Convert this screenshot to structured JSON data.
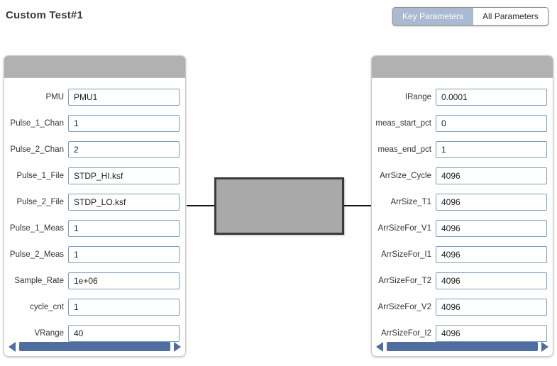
{
  "page": {
    "title": "Custom Test#1"
  },
  "toggle": {
    "key_label": "Key Parameters",
    "all_label": "All Parameters",
    "selected": "Key Parameters"
  },
  "left_panel": {
    "fields": [
      {
        "label": "PMU",
        "value": "PMU1"
      },
      {
        "label": "Pulse_1_Chan",
        "value": "1"
      },
      {
        "label": "Pulse_2_Chan",
        "value": "2"
      },
      {
        "label": "Pulse_1_File",
        "value": "STDP_HI.ksf"
      },
      {
        "label": "Pulse_2_File",
        "value": "STDP_LO.ksf"
      },
      {
        "label": "Pulse_1_Meas",
        "value": "1"
      },
      {
        "label": "Pulse_2_Meas",
        "value": "1"
      },
      {
        "label": "Sample_Rate",
        "value": "1e+06"
      },
      {
        "label": "cycle_cnt",
        "value": "1"
      },
      {
        "label": "VRange",
        "value": "40"
      }
    ]
  },
  "right_panel": {
    "fields": [
      {
        "label": "IRange",
        "value": "0.0001"
      },
      {
        "label": "meas_start_pct",
        "value": "0"
      },
      {
        "label": "meas_end_pct",
        "value": "1"
      },
      {
        "label": "ArrSize_Cycle",
        "value": "4096"
      },
      {
        "label": "ArrSize_T1",
        "value": "4096"
      },
      {
        "label": "ArrSizeFor_V1",
        "value": "4096"
      },
      {
        "label": "ArrSizeFor_I1",
        "value": "4096"
      },
      {
        "label": "ArrSizeFor_T2",
        "value": "4096"
      },
      {
        "label": "ArrSizeFor_V2",
        "value": "4096"
      },
      {
        "label": "ArrSizeFor_I2",
        "value": "4096"
      }
    ]
  },
  "icons": {
    "scroll_left": "left-triangle",
    "scroll_right": "right-triangle"
  },
  "colors": {
    "accent_blue": "#4f6d9e",
    "toggle_selected_bg": "#a9bad2",
    "panel_header_gray": "#b1b1b1",
    "input_border": "#7f9db9",
    "device_fill": "#a9a9a9",
    "device_border": "#3a3a3a"
  }
}
